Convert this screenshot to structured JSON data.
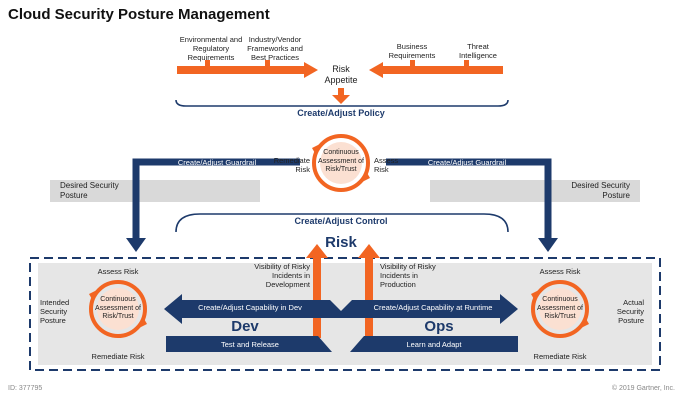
{
  "title": "Cloud Security Posture Management",
  "inputs": {
    "env_reg": "Environmental and Regulatory Requirements",
    "industry": "Industry/Vendor Frameworks and Best Practices",
    "business": "Business Requirements",
    "threat": "Threat Intelligence"
  },
  "risk_appetite": "Risk Appetite",
  "create_adjust_policy": "Create/Adjust Policy",
  "center_cycle": {
    "label": "Continuous Assessment of Risk/Trust",
    "left": "Remediate Risk",
    "right": "Assess Risk"
  },
  "guardrail_left": "Create/Adjust Guardrail",
  "guardrail_right": "Create/Adjust Guardrail",
  "desired_left": "Desired Security Posture",
  "desired_right": "Desired Security Posture",
  "create_adjust_control": "Create/Adjust Control",
  "risk": "Risk",
  "visibility_dev": "Visibility of Risky Incidents in Development",
  "visibility_prod": "Visibility of Risky Incidents in Production",
  "left_cycle": {
    "label": "Continuous Assessment of Risk/Trust",
    "top": "Assess Risk",
    "bottom": "Remediate Risk",
    "side": "Intended Security Posture"
  },
  "right_cycle": {
    "label": "Continuous Assessment of Risk/Trust",
    "top": "Assess Risk",
    "bottom": "Remediate Risk",
    "side": "Actual Security Posture"
  },
  "capability_dev": "Create/Adjust Capability in Dev",
  "capability_runtime": "Create/Adjust Capability at Runtime",
  "dev": "Dev",
  "ops": "Ops",
  "test_release": "Test and Release",
  "learn_adapt": "Learn and Adapt",
  "footer_id": "ID: 377795",
  "footer_copy": "© 2019 Gartner, Inc.",
  "colors": {
    "navy": "#1d3a6b",
    "orange": "#f26522",
    "gray_band": "#d9d9d9",
    "panel": "#e6e6e6"
  }
}
